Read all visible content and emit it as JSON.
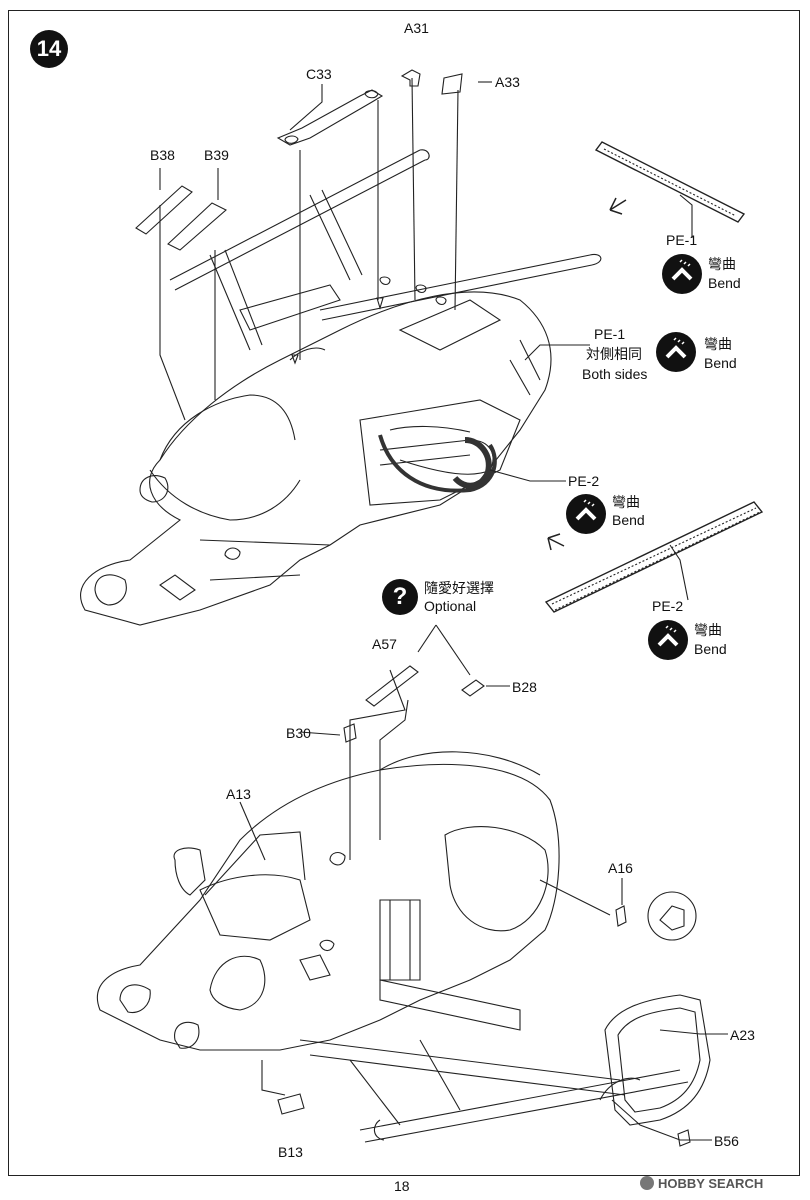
{
  "step": {
    "number": "14"
  },
  "top_assembly": {
    "parts": {
      "a31": "A31",
      "a33": "A33",
      "c33": "C33",
      "b38": "B38",
      "b39": "B39"
    },
    "pe1_strip": {
      "part": "PE-1",
      "bend_zh": "彎曲",
      "bend_en": "Bend"
    },
    "pe1_both": {
      "part": "PE-1",
      "zh": "対側相同",
      "en": "Both sides",
      "bend_zh": "彎曲",
      "bend_en": "Bend"
    },
    "pe2_mount": {
      "part": "PE-2",
      "bend_zh": "彎曲",
      "bend_en": "Bend"
    },
    "pe2_strip": {
      "part": "PE-2",
      "bend_zh": "彎曲",
      "bend_en": "Bend"
    }
  },
  "optional": {
    "zh": "隨愛好選擇",
    "en": "Optional",
    "icon": "question-icon"
  },
  "bottom_assembly": {
    "parts": {
      "a57": "A57",
      "b28": "B28",
      "b30": "B30",
      "a13": "A13",
      "a16": "A16",
      "a23": "A23",
      "b56": "B56",
      "b13": "B13"
    }
  },
  "footer": {
    "page_number": "18",
    "watermark": "HOBBY SEARCH"
  }
}
